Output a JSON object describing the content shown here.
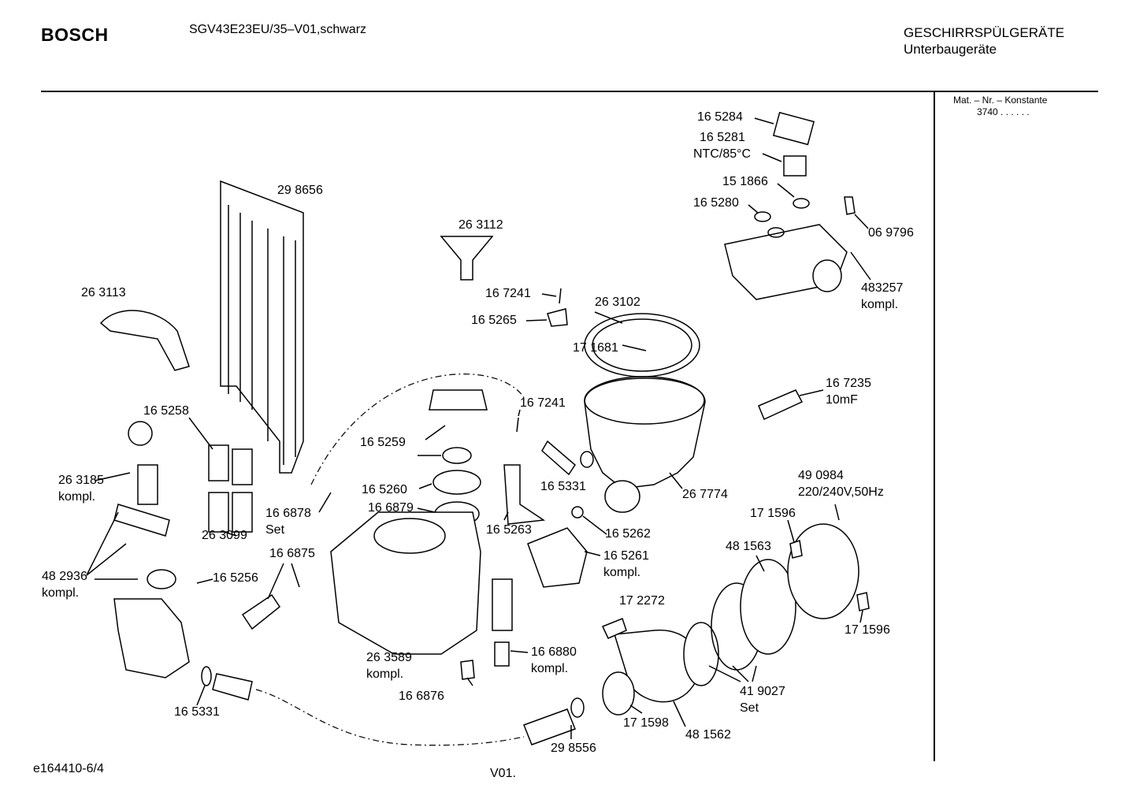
{
  "header": {
    "brand": "BOSCH",
    "model": "SGV43E23EU/35–V01,schwarz",
    "category": "GESCHIRRSPÜLGERÄTE",
    "subcategory": "Unterbaugeräte"
  },
  "sidebar": {
    "mat_label": "Mat. – Nr. – Konstante",
    "mat_value": "3740 .  .   .  .  .  ."
  },
  "labels": [
    {
      "text": "16 5284"
    },
    {
      "text": "16 5281",
      "sub": "NTC/85°C"
    },
    {
      "text": "15 1866"
    },
    {
      "text": "16 5280"
    },
    {
      "text": "06 9796"
    },
    {
      "text": "483257",
      "sub": "kompl."
    },
    {
      "text": "29 8656"
    },
    {
      "text": "26 3112"
    },
    {
      "text": "26 3113"
    },
    {
      "text": "16 7241"
    },
    {
      "text": "26 3102"
    },
    {
      "text": "16 5265"
    },
    {
      "text": "17 1681"
    },
    {
      "text": "16 7235",
      "sub": "10mF"
    },
    {
      "text": "16 7241"
    },
    {
      "text": "16 5258"
    },
    {
      "text": "16 5259"
    },
    {
      "text": "26 3185",
      "sub": "kompl."
    },
    {
      "text": "16 5331"
    },
    {
      "text": "16 5260"
    },
    {
      "text": "26 7774"
    },
    {
      "text": "49 0984",
      "sub": "220/240V,50Hz"
    },
    {
      "text": "16 6878",
      "sub": "Set"
    },
    {
      "text": "16 6879"
    },
    {
      "text": "17 1596"
    },
    {
      "text": "16 5263"
    },
    {
      "text": "16 5262"
    },
    {
      "text": "48 1563"
    },
    {
      "text": "26 3099"
    },
    {
      "text": "16 6875"
    },
    {
      "text": "16 5261",
      "sub": "kompl."
    },
    {
      "text": "48 2936",
      "sub": "kompl."
    },
    {
      "text": "16 5256"
    },
    {
      "text": "17 2272"
    },
    {
      "text": "17 1596"
    },
    {
      "text": "26 3589",
      "sub": "kompl."
    },
    {
      "text": "16 6880",
      "sub": "kompl."
    },
    {
      "text": "41 9027",
      "sub": "Set"
    },
    {
      "text": "16 6876"
    },
    {
      "text": "16 5331"
    },
    {
      "text": "17 1598"
    },
    {
      "text": "48 1562"
    },
    {
      "text": "29 8556"
    }
  ],
  "footer": {
    "drawing_id": "e164410-6/4",
    "version": "V01."
  }
}
